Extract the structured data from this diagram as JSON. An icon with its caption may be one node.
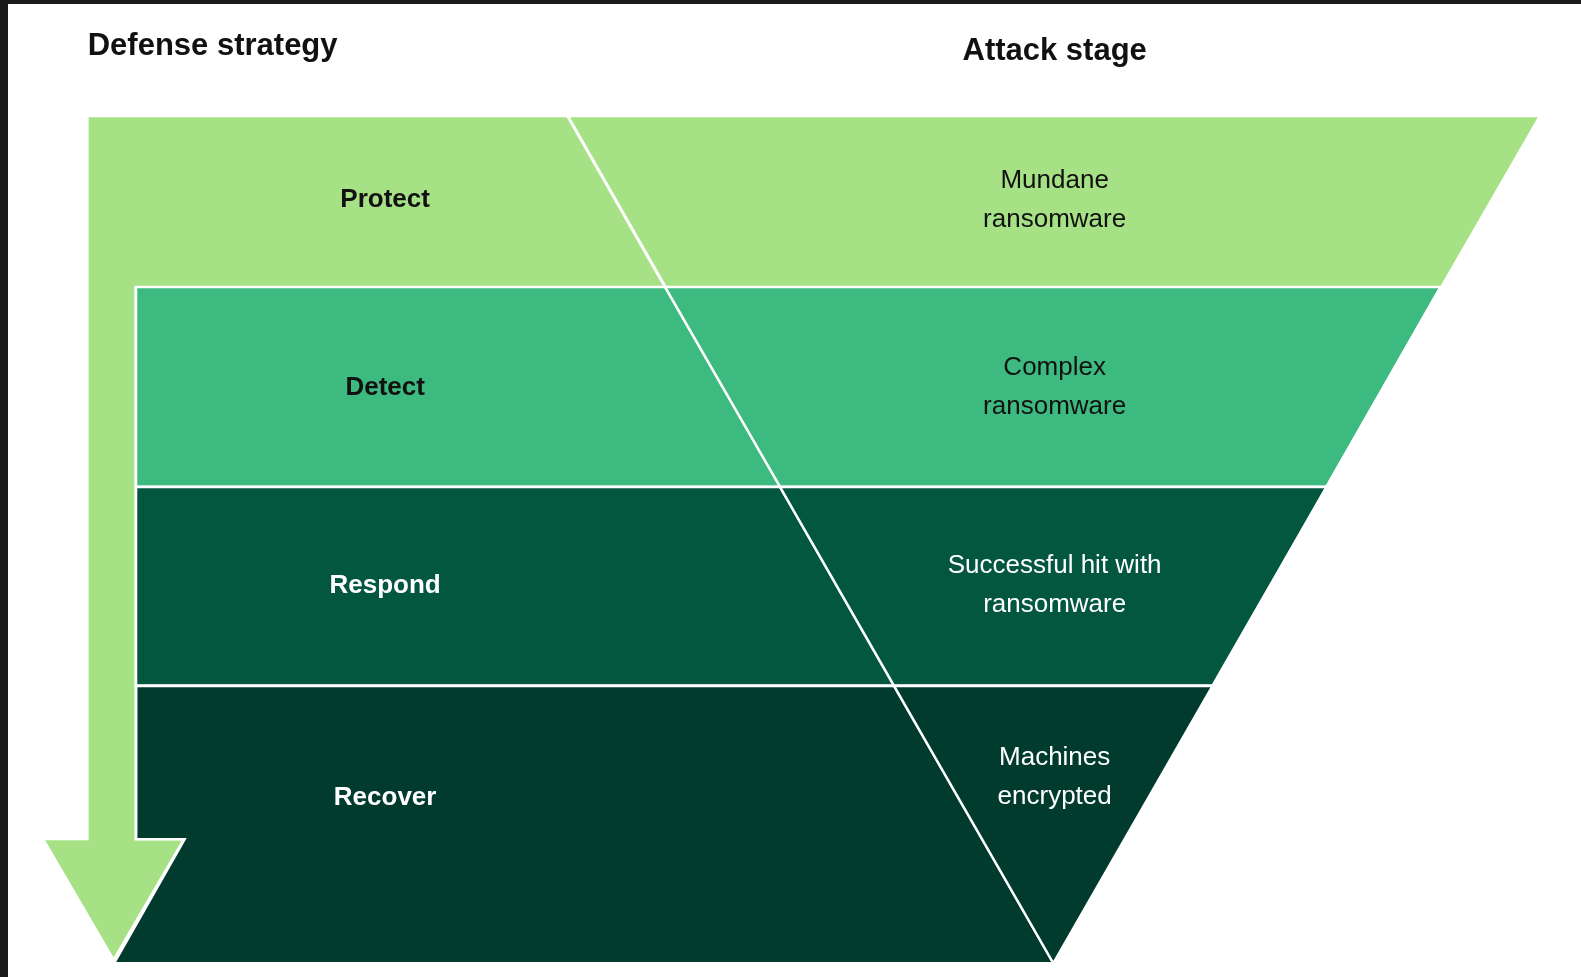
{
  "diagram": {
    "nodes": [
      {
        "text": [
          "Protect"
        ]
      },
      {
        "text": [
          "Mundane ransomware"
        ]
      },
      {
        "text": [
          "Detect"
        ]
      },
      {
        "text": [
          "Complex ransomware"
        ]
      },
      {
        "text": [
          "Respond"
        ]
      },
      {
        "text": [
          "Successful hit with ransomware"
        ]
      },
      {
        "text": [
          "Recover"
        ]
      },
      {
        "text": [
          "Machines encrypted"
        ]
      }
    ],
    "labels": [
      "Defense strategy",
      "Attack stage"
    ]
  }
}
